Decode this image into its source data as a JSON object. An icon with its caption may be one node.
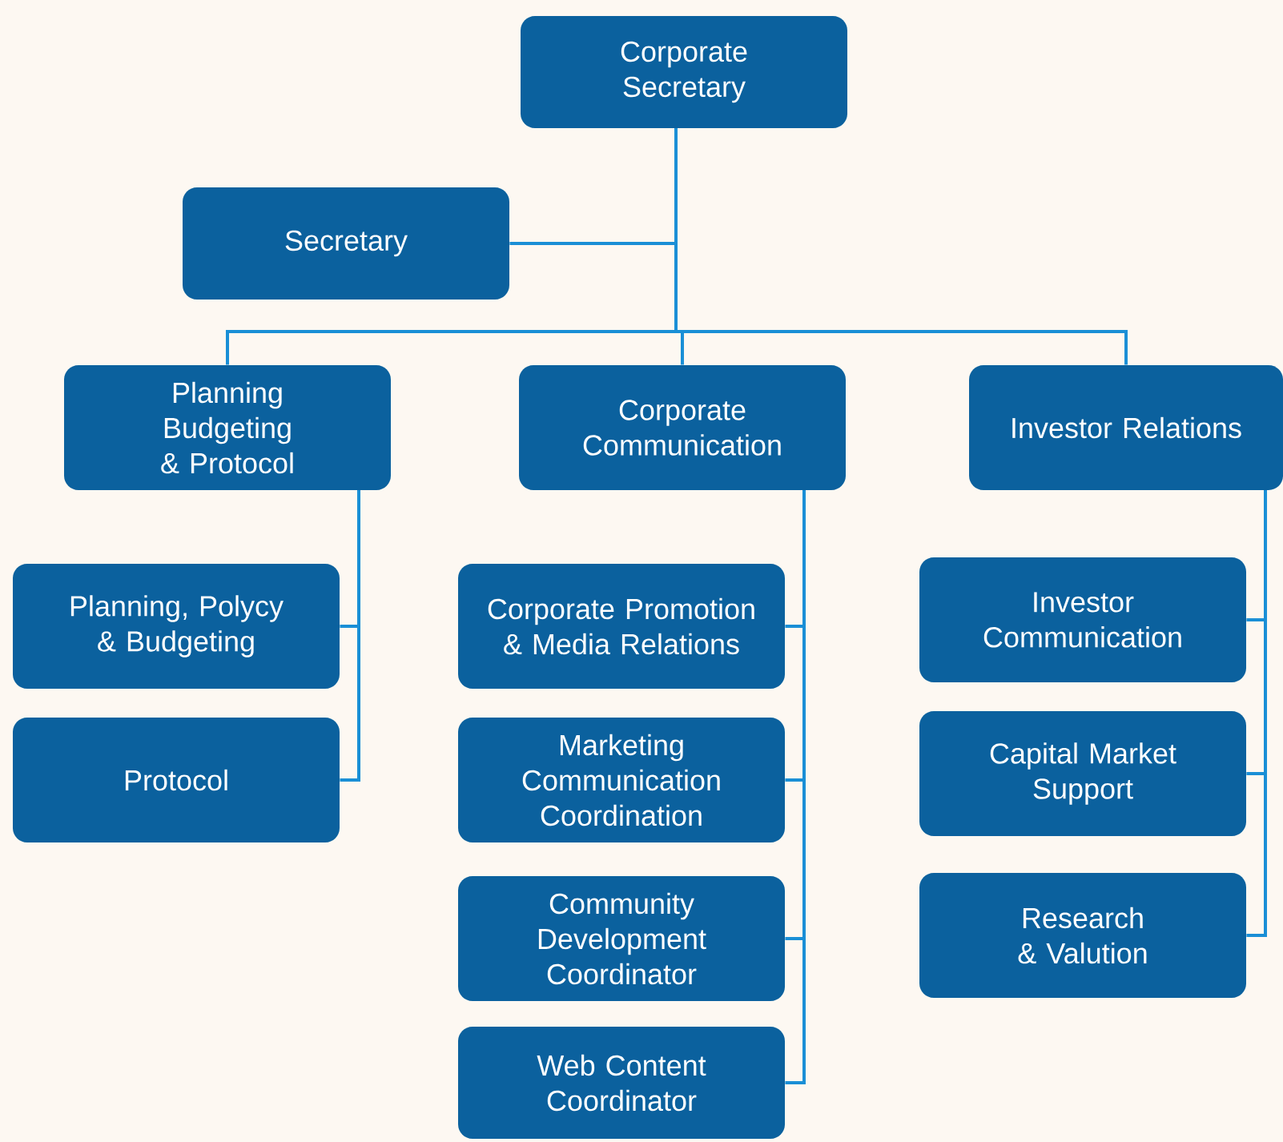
{
  "diagram": {
    "nodes": [
      {
        "text": [
          "Corporate Secretary"
        ]
      },
      {
        "text": [
          "Secretary"
        ]
      },
      {
        "text": [
          "Planning Budgeting & Protocol"
        ]
      },
      {
        "text": [
          "Corporate Communication"
        ]
      },
      {
        "text": [
          "Investor Relations"
        ]
      },
      {
        "text": [
          "Planning, Polycy & Budgeting"
        ]
      },
      {
        "text": [
          "Protocol"
        ]
      },
      {
        "text": [
          "Corporate Promotion & Media Relations"
        ]
      },
      {
        "text": [
          "Marketing Communication Coordination"
        ]
      },
      {
        "text": [
          "Community Development Coordinator"
        ]
      },
      {
        "text": [
          "Web Content Coordinator"
        ]
      },
      {
        "text": [
          "Investor Communication"
        ]
      },
      {
        "text": [
          "Capital Market Support"
        ]
      },
      {
        "text": [
          "Research & Valution"
        ]
      }
    ],
    "edges": [
      {
        "from": 0,
        "to": 1,
        "arrow": "none"
      },
      {
        "from": 0,
        "to": 2,
        "arrow": "none"
      },
      {
        "from": 0,
        "to": 3,
        "arrow": "none"
      },
      {
        "from": 0,
        "to": 4,
        "arrow": "none"
      },
      {
        "from": 2,
        "to": 5,
        "arrow": "none"
      },
      {
        "from": 2,
        "to": 6,
        "arrow": "none"
      },
      {
        "from": 3,
        "to": 7,
        "arrow": "none"
      },
      {
        "from": 3,
        "to": 8,
        "arrow": "none"
      },
      {
        "from": 3,
        "to": 9,
        "arrow": "none"
      },
      {
        "from": 3,
        "to": 10,
        "arrow": "none"
      },
      {
        "from": 4,
        "to": 11,
        "arrow": "none"
      },
      {
        "from": 4,
        "to": 12,
        "arrow": "none"
      },
      {
        "from": 4,
        "to": 13,
        "arrow": "none"
      }
    ]
  }
}
